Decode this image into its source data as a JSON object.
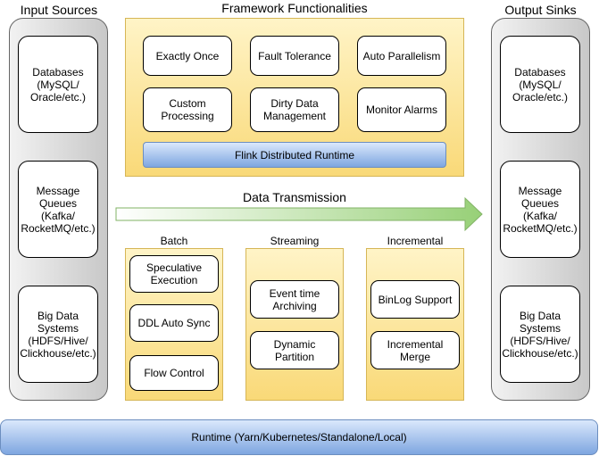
{
  "input_sources": {
    "title": "Input Sources",
    "items": [
      "Databases\n(MySQL/\nOracle/etc.)",
      "Message\nQueues\n(Kafka/\nRocketMQ/etc.)",
      "Big Data\nSystems\n(HDFS/Hive/\nClickhouse/etc.)"
    ]
  },
  "output_sinks": {
    "title": "Output Sinks",
    "items": [
      "Databases\n(MySQL/\nOracle/etc.)",
      "Message\nQueues\n(Kafka/\nRocketMQ/etc.)",
      "Big Data\nSystems\n(HDFS/Hive/\nClickhouse/etc.)"
    ]
  },
  "framework": {
    "title": "Framework Functionalities",
    "items": [
      "Exactly Once",
      "Fault Tolerance",
      "Auto Parallelism",
      "Custom\nProcessing",
      "Dirty Data\nManagement",
      "Monitor Alarms"
    ],
    "runtime_label": "Flink Distributed Runtime"
  },
  "data_transmission": {
    "label": "Data Transmission",
    "colors": {
      "start": "#ffffff",
      "end": "#97d077",
      "stroke": "#82b366"
    }
  },
  "batch": {
    "title": "Batch",
    "items": [
      "Speculative\nExecution",
      "DDL Auto Sync",
      "Flow Control"
    ]
  },
  "streaming": {
    "title": "Streaming",
    "items": [
      "Event time\nArchiving",
      "Dynamic Partition"
    ]
  },
  "incremental": {
    "title": "Incremental",
    "items": [
      "BinLog Support",
      "Incremental\nMerge"
    ]
  },
  "runtime": {
    "label": "Runtime (Yarn/Kubernetes/Standalone/Local)"
  }
}
